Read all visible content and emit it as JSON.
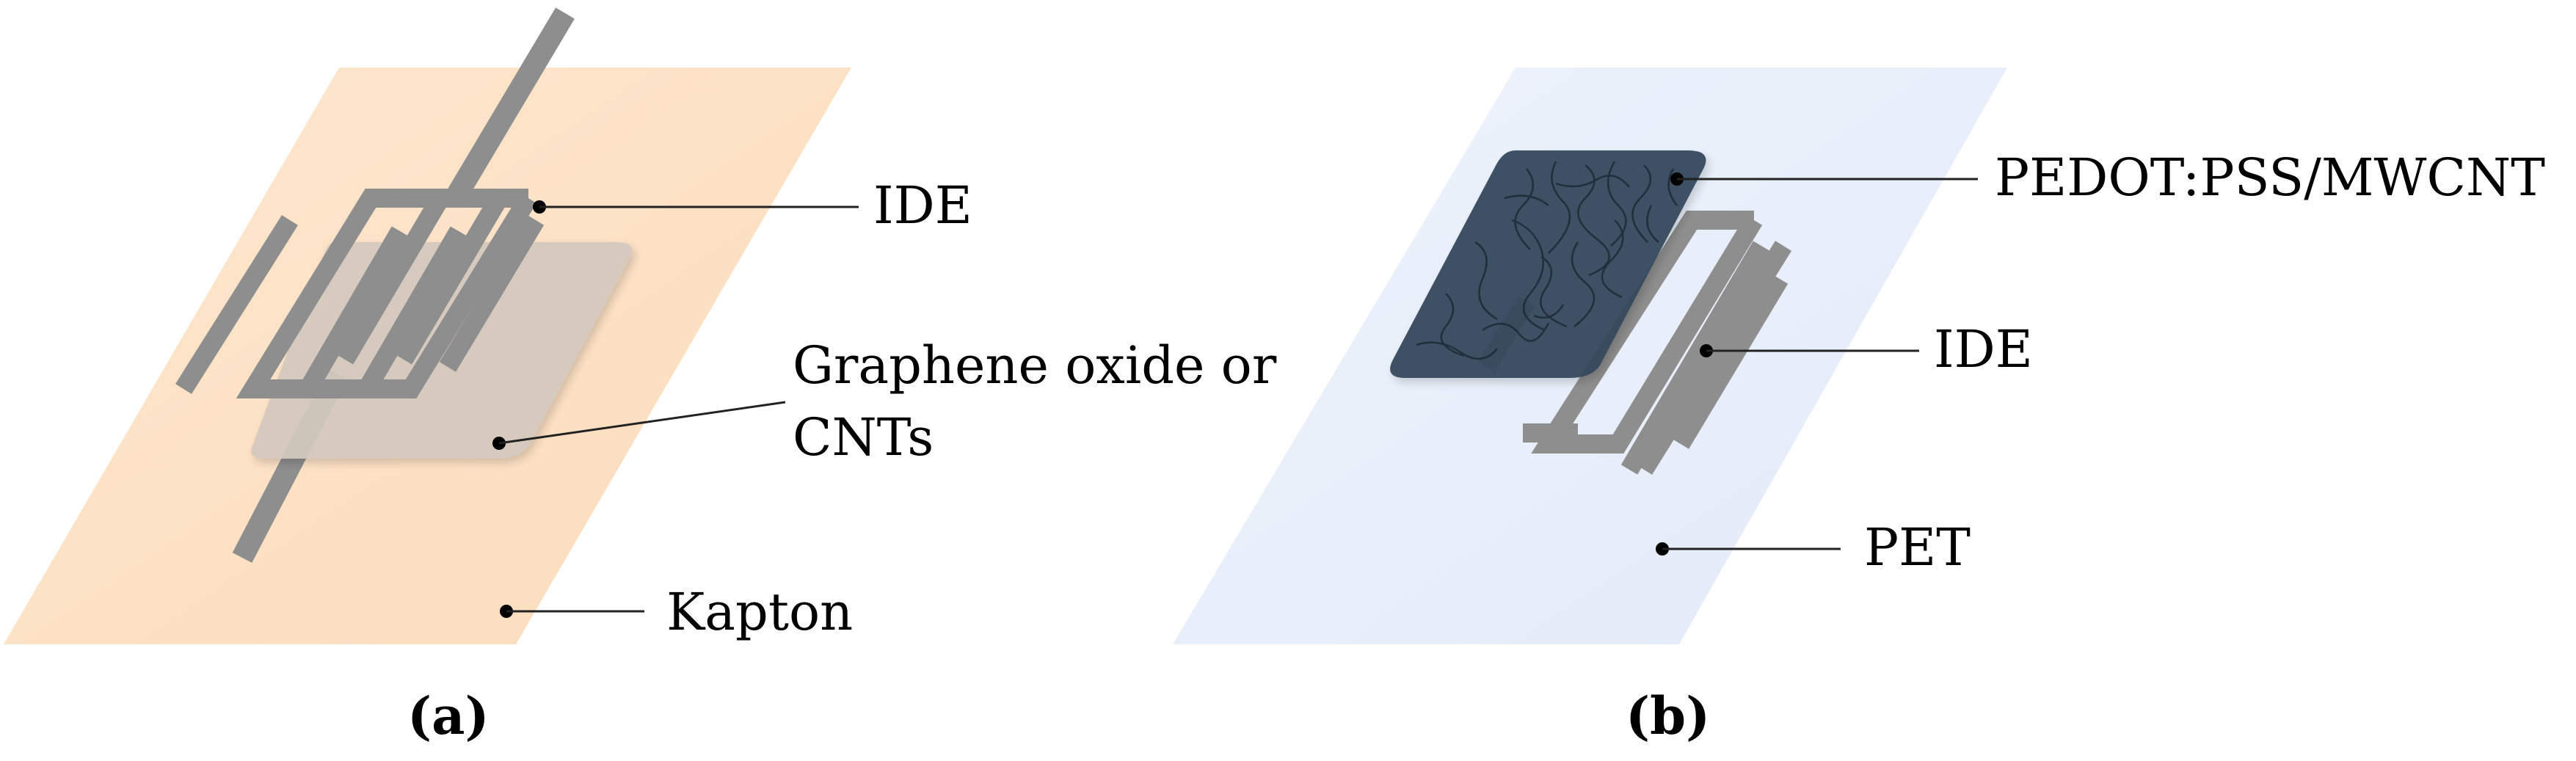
{
  "panel_a": {
    "caption": "(a)",
    "labels": {
      "ide": "IDE",
      "sensing_line1": "Graphene oxide or",
      "sensing_line2": "CNTs",
      "substrate": "Kapton"
    },
    "colors": {
      "substrate": "#fde3c8",
      "sensing_layer": "#d3c9be",
      "electrode": "#8e8e8e"
    }
  },
  "panel_b": {
    "caption": "(b)",
    "labels": {
      "sensing": "PEDOT:PSS/MWCNT",
      "ide": "IDE",
      "substrate": "PET"
    },
    "colors": {
      "substrate": "#e9f0fb",
      "sensing_layer": "#34495c",
      "electrode": "#8e8e8e"
    }
  }
}
